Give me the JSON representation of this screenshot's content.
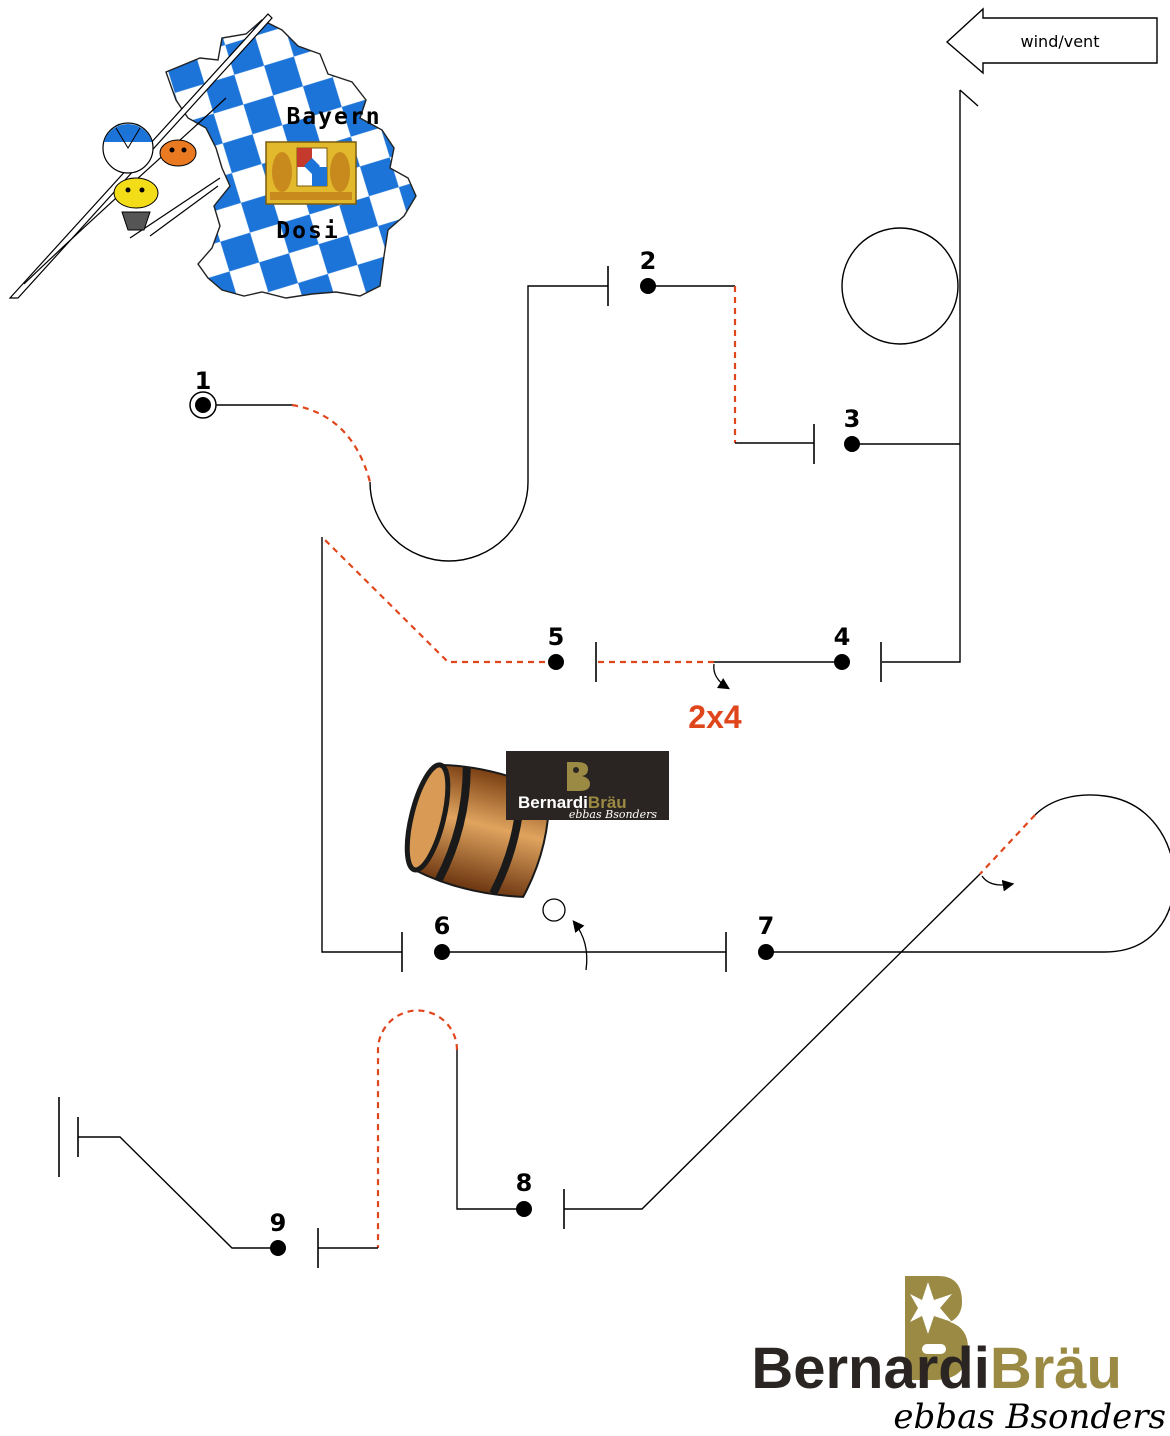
{
  "wind": {
    "label": "wind/vent"
  },
  "gates": [
    {
      "number": "1"
    },
    {
      "number": "2"
    },
    {
      "number": "3"
    },
    {
      "number": "4"
    },
    {
      "number": "5"
    },
    {
      "number": "6"
    },
    {
      "number": "7"
    },
    {
      "number": "8"
    },
    {
      "number": "9"
    }
  ],
  "repeat_label": "2x4",
  "team_logo": {
    "top_word": "Bayern",
    "bottom_word": "Dosi"
  },
  "sponsor": {
    "name_part1": "Bernardi",
    "name_part2": "Bräu",
    "slogan": "ebbas Bsonders"
  },
  "colors": {
    "route_dash": "#e0461c",
    "bavaria_blue": "#1c74d8",
    "brand_gold": "#9b8a43",
    "brand_dark": "#2a2522"
  }
}
